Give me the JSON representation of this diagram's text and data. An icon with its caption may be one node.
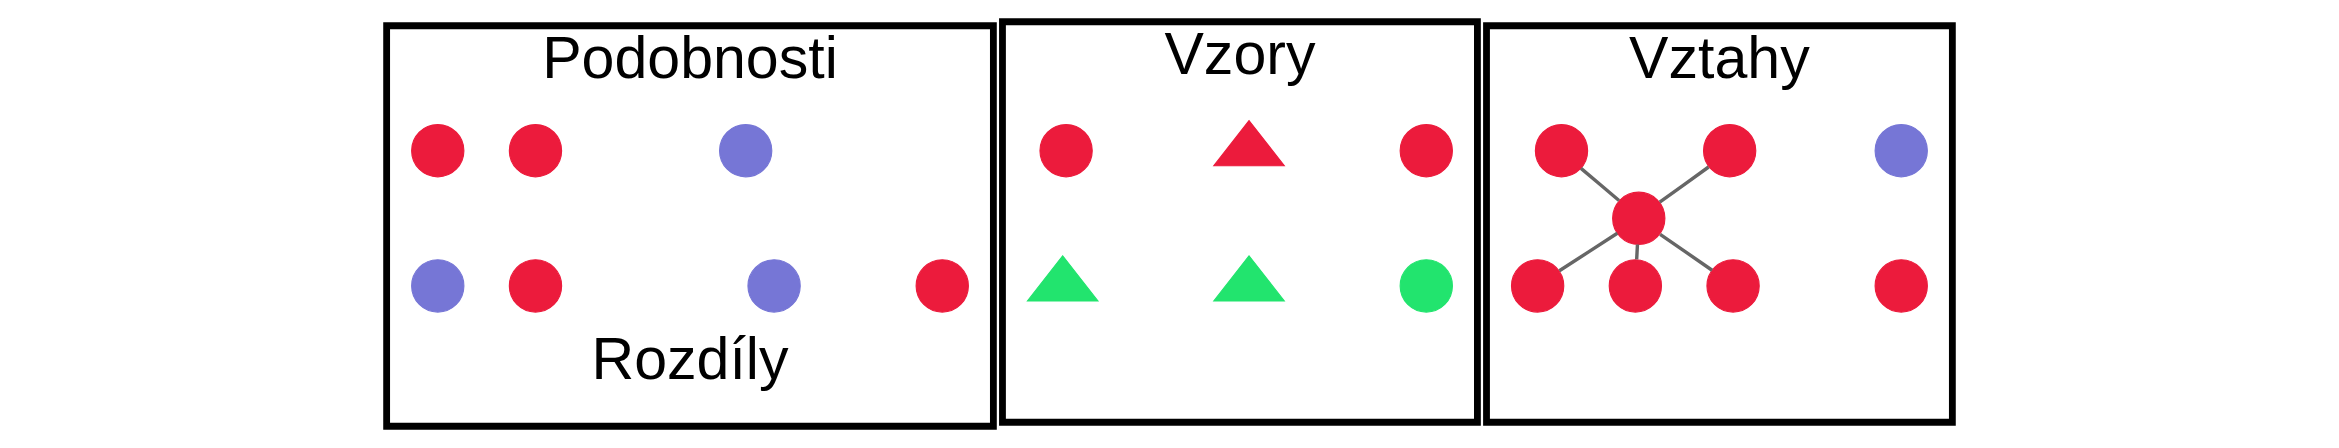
{
  "diagram": {
    "nodes": [
      {
        "text": [
          "Podobnosti",
          "Rozdíly"
        ]
      },
      {
        "text": [],
        "shape": "circle",
        "in": 0
      },
      {
        "text": [],
        "shape": "circle",
        "in": 0
      },
      {
        "text": [],
        "shape": "circle",
        "in": 0
      },
      {
        "text": [],
        "shape": "circle",
        "in": 0
      },
      {
        "text": [],
        "shape": "circle",
        "in": 0
      },
      {
        "text": [],
        "shape": "circle",
        "in": 0
      },
      {
        "text": [],
        "shape": "circle",
        "in": 0
      },
      {
        "text": [
          "Vzory"
        ]
      },
      {
        "text": [],
        "shape": "circle",
        "in": 8
      },
      {
        "text": [],
        "shape": "triangle",
        "in": 8
      },
      {
        "text": [],
        "shape": "circle",
        "in": 8
      },
      {
        "text": [],
        "shape": "triangle",
        "in": 8
      },
      {
        "text": [],
        "shape": "triangle",
        "in": 8
      },
      {
        "text": [],
        "shape": "circle",
        "in": 8
      },
      {
        "text": [
          "Vztahy"
        ]
      },
      {
        "text": [],
        "shape": "circle",
        "in": 15
      },
      {
        "text": [],
        "shape": "circle",
        "in": 15
      },
      {
        "text": [],
        "shape": "circle",
        "in": 15
      },
      {
        "text": [],
        "shape": "circle",
        "in": 15
      },
      {
        "text": [],
        "shape": "circle",
        "in": 15
      },
      {
        "text": [],
        "shape": "circle",
        "in": 15
      },
      {
        "text": [],
        "shape": "circle",
        "in": 15
      },
      {
        "text": [],
        "shape": "circle",
        "in": 15
      }
    ],
    "edges": [
      {
        "from": 16,
        "to": 19,
        "arrow": "none"
      },
      {
        "from": 17,
        "to": 19,
        "arrow": "none"
      },
      {
        "from": 19,
        "to": 20,
        "arrow": "none"
      },
      {
        "from": 19,
        "to": 21,
        "arrow": "none"
      },
      {
        "from": 19,
        "to": 23,
        "arrow": "none"
      }
    ]
  }
}
